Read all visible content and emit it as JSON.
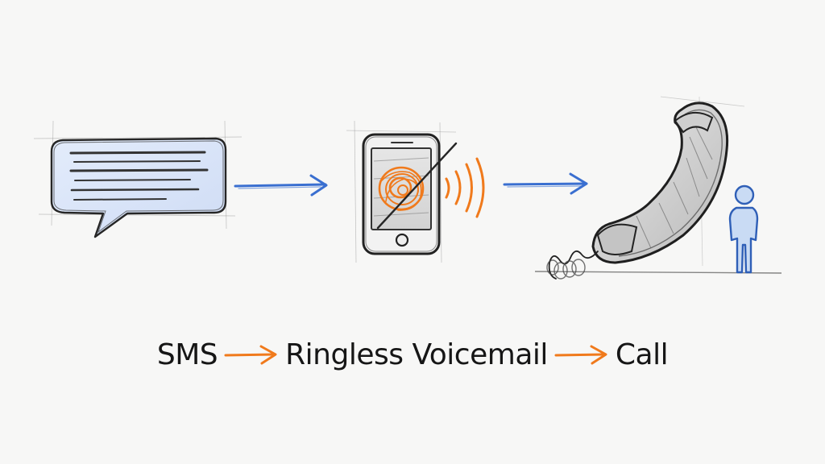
{
  "flow": {
    "steps": [
      {
        "label": "SMS",
        "icon": "chat-bubble-icon"
      },
      {
        "label": "Ringless Voicemail",
        "icon": "silenced-phone-icon"
      },
      {
        "label": "Call",
        "icon": "phone-handset-icon"
      }
    ]
  },
  "colors": {
    "ink": "#2a2a2a",
    "blue": "#3a6fd0",
    "orange": "#f07a1c",
    "text": "#161616"
  }
}
